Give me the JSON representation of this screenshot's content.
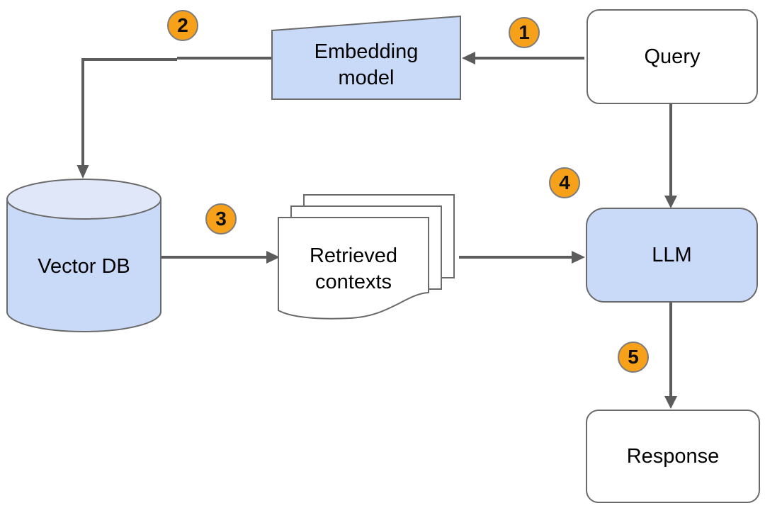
{
  "colors": {
    "blue_fill": "#c9daf8",
    "blue_top_fill": "#e0e7f8",
    "white_fill": "#ffffff",
    "border_gray": "#6a6a6a",
    "arrow_gray": "#5c5c5c",
    "badge_fill": "#f7a11b",
    "badge_border": "#7c7c7c",
    "text_color": "#000000"
  },
  "nodes": {
    "query": {
      "label": "Query",
      "shape": "rounded-rectangle",
      "fill": "white"
    },
    "embedding_model": {
      "label": "Embedding model",
      "shape": "trapezoid",
      "fill": "blue"
    },
    "vector_db": {
      "label": "Vector DB",
      "shape": "cylinder",
      "fill": "blue"
    },
    "retrieved_contexts": {
      "label": "Retrieved contexts",
      "shape": "document-stack",
      "fill": "white"
    },
    "llm": {
      "label": "LLM",
      "shape": "rounded-rectangle",
      "fill": "blue"
    },
    "response": {
      "label": "Response",
      "shape": "rounded-rectangle",
      "fill": "white"
    }
  },
  "edges": [
    {
      "step": "1",
      "from": "query",
      "to": "embedding_model"
    },
    {
      "step": "2",
      "from": "embedding_model",
      "to": "vector_db"
    },
    {
      "step": "3",
      "from": "vector_db",
      "to": "retrieved_contexts"
    },
    {
      "step": "4",
      "from": "retrieved_contexts",
      "to": "llm"
    },
    {
      "step": "5",
      "from": "llm",
      "to": "response"
    }
  ]
}
